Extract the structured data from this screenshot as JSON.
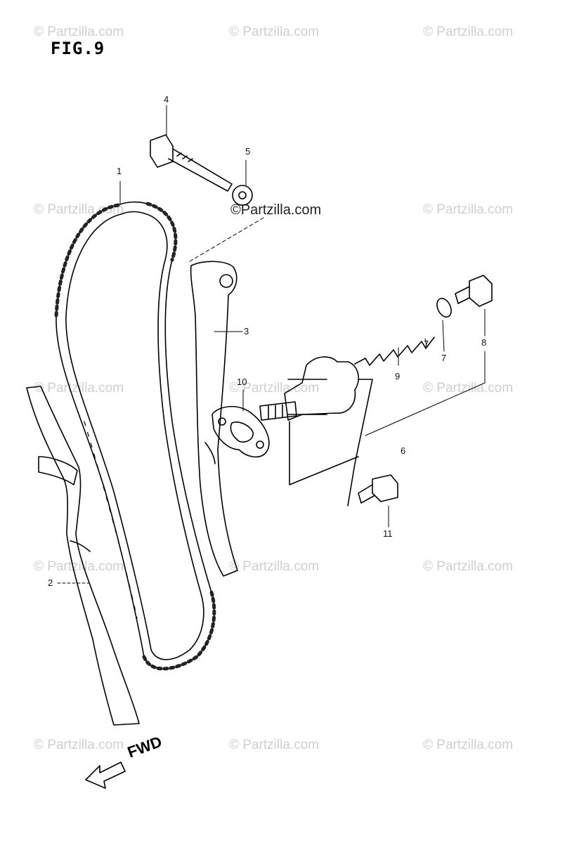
{
  "figure": {
    "title": "FIG.9",
    "direction_label": "FWD"
  },
  "watermark": {
    "text": "© Partzilla.com",
    "center_text": "©Partzilla.com"
  },
  "callouts": {
    "c1": "1",
    "c2": "2",
    "c3": "3",
    "c4": "4",
    "c5": "5",
    "c6": "6",
    "c7": "7",
    "c7b": "7",
    "c8": "8",
    "c9": "9",
    "c10": "10",
    "c11": "11"
  }
}
